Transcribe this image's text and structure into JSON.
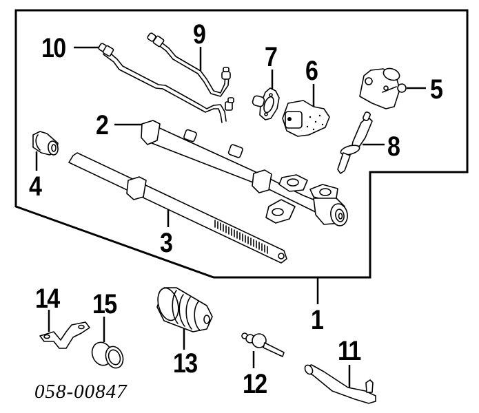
{
  "diagram": {
    "title": "Power Steering Gear Assembly",
    "reference_number": "058-00847",
    "callouts": [
      {
        "id": "1",
        "label": "1",
        "part": "gear assembly"
      },
      {
        "id": "2",
        "label": "2",
        "part": "housing"
      },
      {
        "id": "3",
        "label": "3",
        "part": "rack"
      },
      {
        "id": "4",
        "label": "4",
        "part": "bushing"
      },
      {
        "id": "5",
        "label": "5",
        "part": "valve body"
      },
      {
        "id": "6",
        "label": "6",
        "part": "mount"
      },
      {
        "id": "7",
        "label": "7",
        "part": "bracket"
      },
      {
        "id": "8",
        "label": "8",
        "part": "pinion"
      },
      {
        "id": "9",
        "label": "9",
        "part": "pressure line"
      },
      {
        "id": "10",
        "label": "10",
        "part": "return line"
      },
      {
        "id": "11",
        "label": "11",
        "part": "outer tie rod end"
      },
      {
        "id": "12",
        "label": "12",
        "part": "inner tie rod"
      },
      {
        "id": "13",
        "label": "13",
        "part": "boot"
      },
      {
        "id": "14",
        "label": "14",
        "part": "clamp bracket"
      },
      {
        "id": "15",
        "label": "15",
        "part": "grommet"
      }
    ]
  }
}
